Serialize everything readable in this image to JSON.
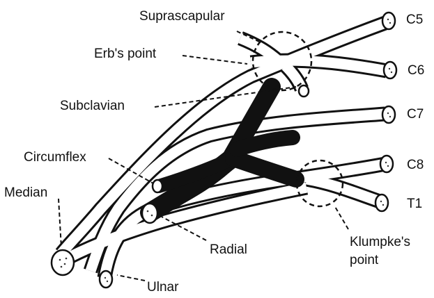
{
  "labels": {
    "suprascapular": "Suprascapular",
    "erbs_point": "Erb's point",
    "subclavian": "Subclavian",
    "circumflex": "Circumflex",
    "median": "Median",
    "radial": "Radial",
    "ulnar": "Ulnar",
    "klumpkes_point_line1": "Klumpke's",
    "klumpkes_point_line2": "point",
    "c5": "C5",
    "c6": "C6",
    "c7": "C7",
    "c8": "C8",
    "t1": "T1"
  },
  "colors": {
    "line": "#111111",
    "background": "#ffffff",
    "highlighted_nerve": "#111111"
  }
}
